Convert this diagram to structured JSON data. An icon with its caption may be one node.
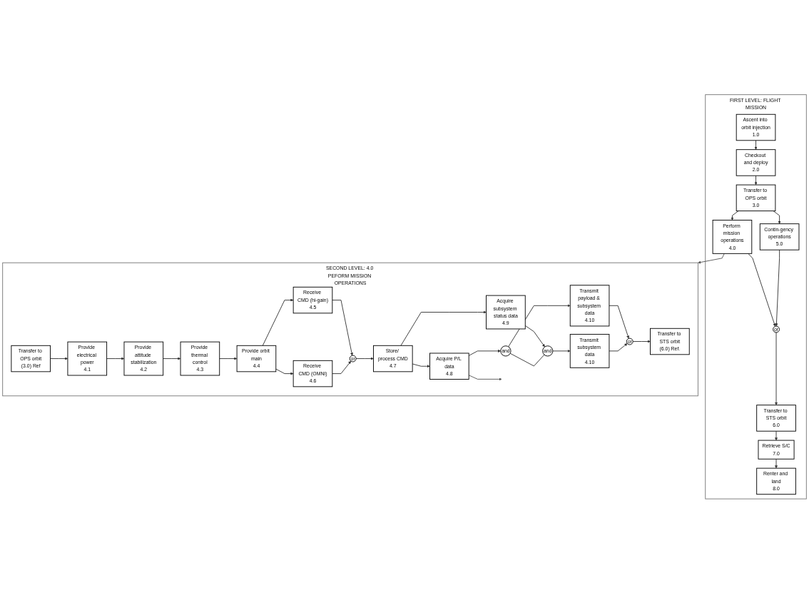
{
  "diagram": {
    "nodes": [
      {
        "text": [
          "FIRST LEVEL: FLIGHT MISSION"
        ]
      },
      {
        "text": [
          "Ascent into orbit injection",
          "1.0"
        ],
        "in": 0
      },
      {
        "text": [
          "Checkout and deploy",
          "2.0"
        ],
        "in": 0
      },
      {
        "text": [
          "Transfer to OPS orbit",
          "3.0"
        ],
        "in": 0
      },
      {
        "text": [
          "Perform mission operations",
          "4.0"
        ],
        "in": 0
      },
      {
        "text": [
          "Contin-gency operations",
          "5.0"
        ],
        "in": 0
      },
      {
        "text": [
          "or"
        ],
        "in": 0
      },
      {
        "text": [
          "Transfer to STS orbit",
          "6.0"
        ],
        "in": 0
      },
      {
        "text": [
          "Retrieve S/C",
          "7.0"
        ],
        "in": 0
      },
      {
        "text": [
          "Renter and land",
          "8.0"
        ],
        "in": 0
      },
      {
        "text": [
          "SECOND LEVEL: 4.0 PEFORM MISSION OPERATIONS"
        ]
      },
      {
        "text": [
          "Transfer to OPS orbit",
          "(3.0) Ref"
        ],
        "in": 10
      },
      {
        "text": [
          "Provide electrical power",
          "4.1"
        ],
        "in": 10
      },
      {
        "text": [
          "Provide attitude stabilization",
          "4.2"
        ],
        "in": 10
      },
      {
        "text": [
          "Provide thermal control",
          "4.3"
        ],
        "in": 10
      },
      {
        "text": [
          "Provide orbit main",
          "4.4"
        ],
        "in": 10
      },
      {
        "text": [
          "Receive CMD (hi-gain)",
          "4.5"
        ],
        "in": 10
      },
      {
        "text": [
          "Receive CMD (OMNI)",
          "4.6"
        ],
        "in": 10
      },
      {
        "text": [
          "or"
        ],
        "in": 10
      },
      {
        "text": [
          "Store/ process CMD",
          "4.7"
        ],
        "in": 10
      },
      {
        "text": [
          "Acquire P/L data",
          "4.8"
        ],
        "in": 10
      },
      {
        "text": [
          "Acquire subsystem status data",
          "4.9"
        ],
        "in": 10
      },
      {
        "text": [
          "and"
        ],
        "in": 10
      },
      {
        "text": [
          "and"
        ],
        "in": 10
      },
      {
        "text": [
          "Transmit payload & subsystem data",
          "4.10"
        ],
        "in": 10
      },
      {
        "text": [
          "Transmit subsystem data",
          "4.10"
        ],
        "in": 10
      },
      {
        "text": [
          "or"
        ],
        "in": 10
      },
      {
        "text": [
          "Transfer to STS orbit",
          "(6.0) Ref."
        ],
        "in": 10
      }
    ],
    "edges": [
      {
        "from": 1,
        "to": 2,
        "arrow": "to"
      },
      {
        "from": 2,
        "to": 3,
        "arrow": "to"
      },
      {
        "from": 3,
        "to": 4,
        "arrow": "to"
      },
      {
        "from": 3,
        "to": 5,
        "arrow": "to"
      },
      {
        "from": 4,
        "to": 6,
        "arrow": "to"
      },
      {
        "from": 5,
        "to": 6,
        "arrow": "to"
      },
      {
        "from": 6,
        "to": 7,
        "arrow": "to"
      },
      {
        "from": 7,
        "to": 8,
        "arrow": "to"
      },
      {
        "from": 8,
        "to": 9,
        "arrow": "to"
      },
      {
        "from": 4,
        "to": 10,
        "arrow": "to",
        "color": "#555555"
      },
      {
        "from": 11,
        "to": 12,
        "arrow": "to"
      },
      {
        "from": 12,
        "to": 13,
        "arrow": "to"
      },
      {
        "from": 13,
        "to": 14,
        "arrow": "to"
      },
      {
        "from": 14,
        "to": 15,
        "arrow": "to"
      },
      {
        "from": 15,
        "to": 16,
        "arrow": "to"
      },
      {
        "from": 15,
        "to": 17,
        "arrow": "to"
      },
      {
        "from": 16,
        "to": 18,
        "arrow": "to"
      },
      {
        "from": 17,
        "to": 18,
        "arrow": "to"
      },
      {
        "from": 18,
        "to": 19,
        "arrow": "to"
      },
      {
        "from": 19,
        "to": 20,
        "arrow": "to"
      },
      {
        "from": 19,
        "to": 21,
        "arrow": "to"
      },
      {
        "from": 20,
        "to": 22,
        "arrow": "to"
      },
      {
        "from": 21,
        "to": 23,
        "arrow": "to"
      },
      {
        "from": 22,
        "to": 23,
        "arrow": "none"
      },
      {
        "from": 22,
        "to": 24,
        "arrow": "to"
      },
      {
        "from": 23,
        "to": 25,
        "arrow": "to"
      },
      {
        "from": 24,
        "to": 26,
        "arrow": "to"
      },
      {
        "from": 25,
        "to": 26,
        "arrow": "to"
      },
      {
        "from": 26,
        "to": 27,
        "arrow": "to"
      },
      {
        "from": 20,
        "to": null,
        "arrow": "to",
        "color": "#555555"
      }
    ]
  }
}
